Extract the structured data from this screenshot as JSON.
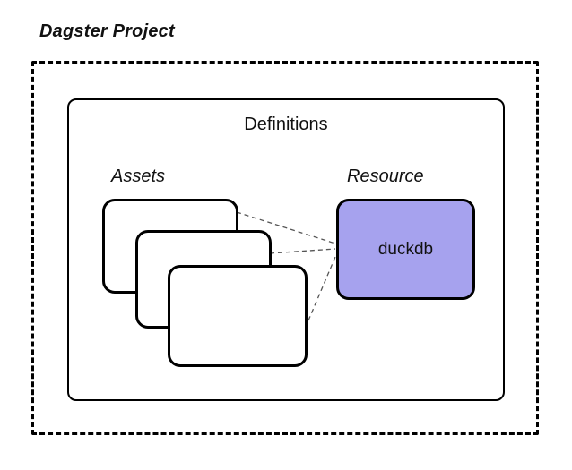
{
  "diagram": {
    "title": "Dagster Project",
    "definitions": {
      "label": "Definitions"
    },
    "assets": {
      "label": "Assets",
      "card_count": 3
    },
    "resource": {
      "label": "Resource",
      "name": "duckdb",
      "fill_color": "#a6a2ee",
      "border_color": "#000000"
    },
    "connections": {
      "style": "dashed",
      "color": "#555555",
      "from": "asset-cards",
      "to": "duckdb-resource"
    }
  }
}
